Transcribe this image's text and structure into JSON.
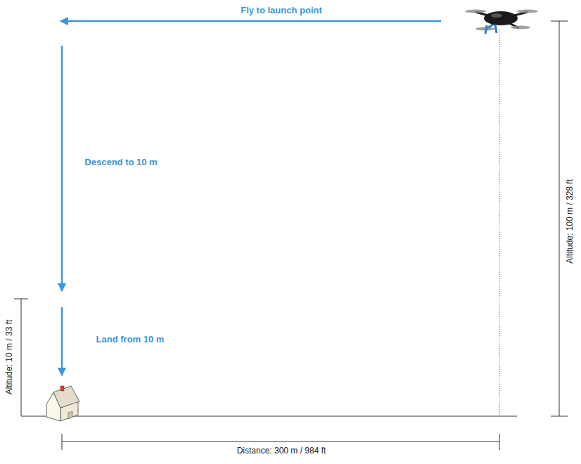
{
  "diagram": {
    "labels": [
      "Fly to launch point",
      "Descend to 10 m",
      "Land from 10 m",
      "Altitude: 10 m / 33 ft",
      "Altitude: 100 m / 328 ft",
      "Distance: 300 m / 984 ft"
    ]
  }
}
